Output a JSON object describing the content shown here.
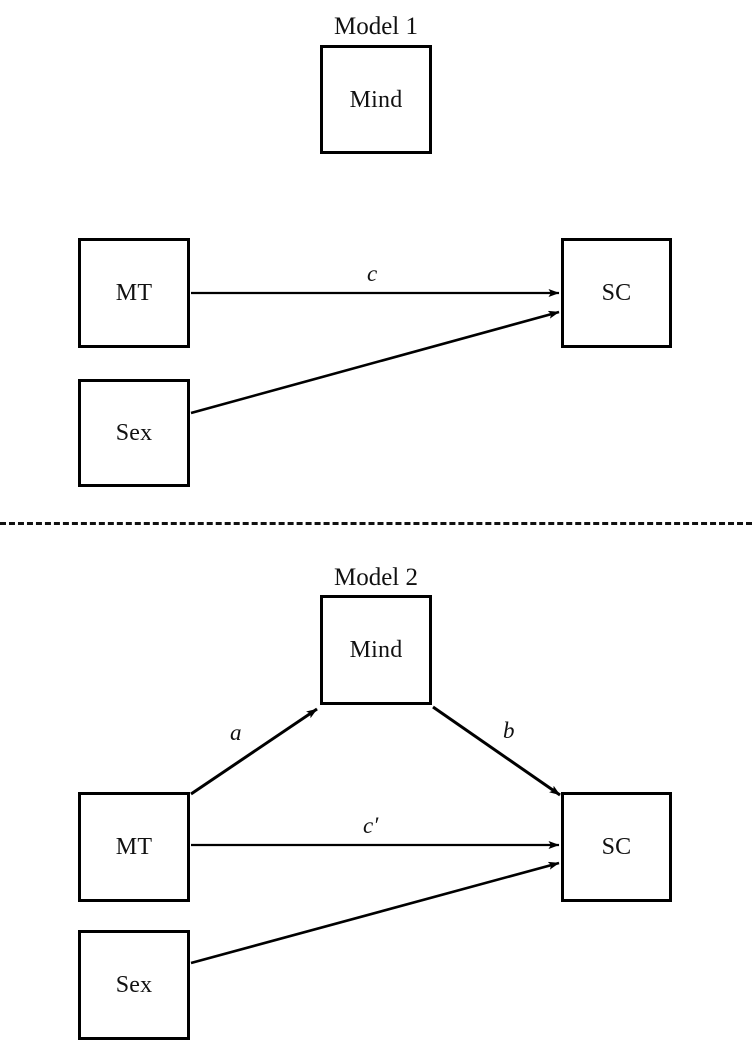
{
  "figure": {
    "background_color": "#ffffff",
    "line_color": "#000000",
    "text_color": "#111111"
  },
  "divider": {
    "style": "dashed",
    "name": "panel-divider"
  },
  "models": [
    {
      "id": "model-1",
      "title": "Model 1",
      "nodes": [
        {
          "id": "mind",
          "label": "Mind"
        },
        {
          "id": "mt",
          "label": "MT"
        },
        {
          "id": "sex",
          "label": "Sex"
        },
        {
          "id": "sc",
          "label": "SC"
        }
      ],
      "paths": [
        {
          "id": "mt-sc",
          "label": "c",
          "from": "MT",
          "to": "SC"
        },
        {
          "id": "sex-sc",
          "label": "",
          "from": "Sex",
          "to": "SC"
        }
      ]
    },
    {
      "id": "model-2",
      "title": "Model 2",
      "nodes": [
        {
          "id": "mind",
          "label": "Mind"
        },
        {
          "id": "mt",
          "label": "MT"
        },
        {
          "id": "sex",
          "label": "Sex"
        },
        {
          "id": "sc",
          "label": "SC"
        }
      ],
      "paths": [
        {
          "id": "mt-mind",
          "label": "a",
          "from": "MT",
          "to": "Mind"
        },
        {
          "id": "mind-sc",
          "label": "b",
          "from": "Mind",
          "to": "SC"
        },
        {
          "id": "mt-sc",
          "label": "c′",
          "from": "MT",
          "to": "SC"
        },
        {
          "id": "sex-sc",
          "label": "",
          "from": "Sex",
          "to": "SC"
        }
      ]
    }
  ]
}
